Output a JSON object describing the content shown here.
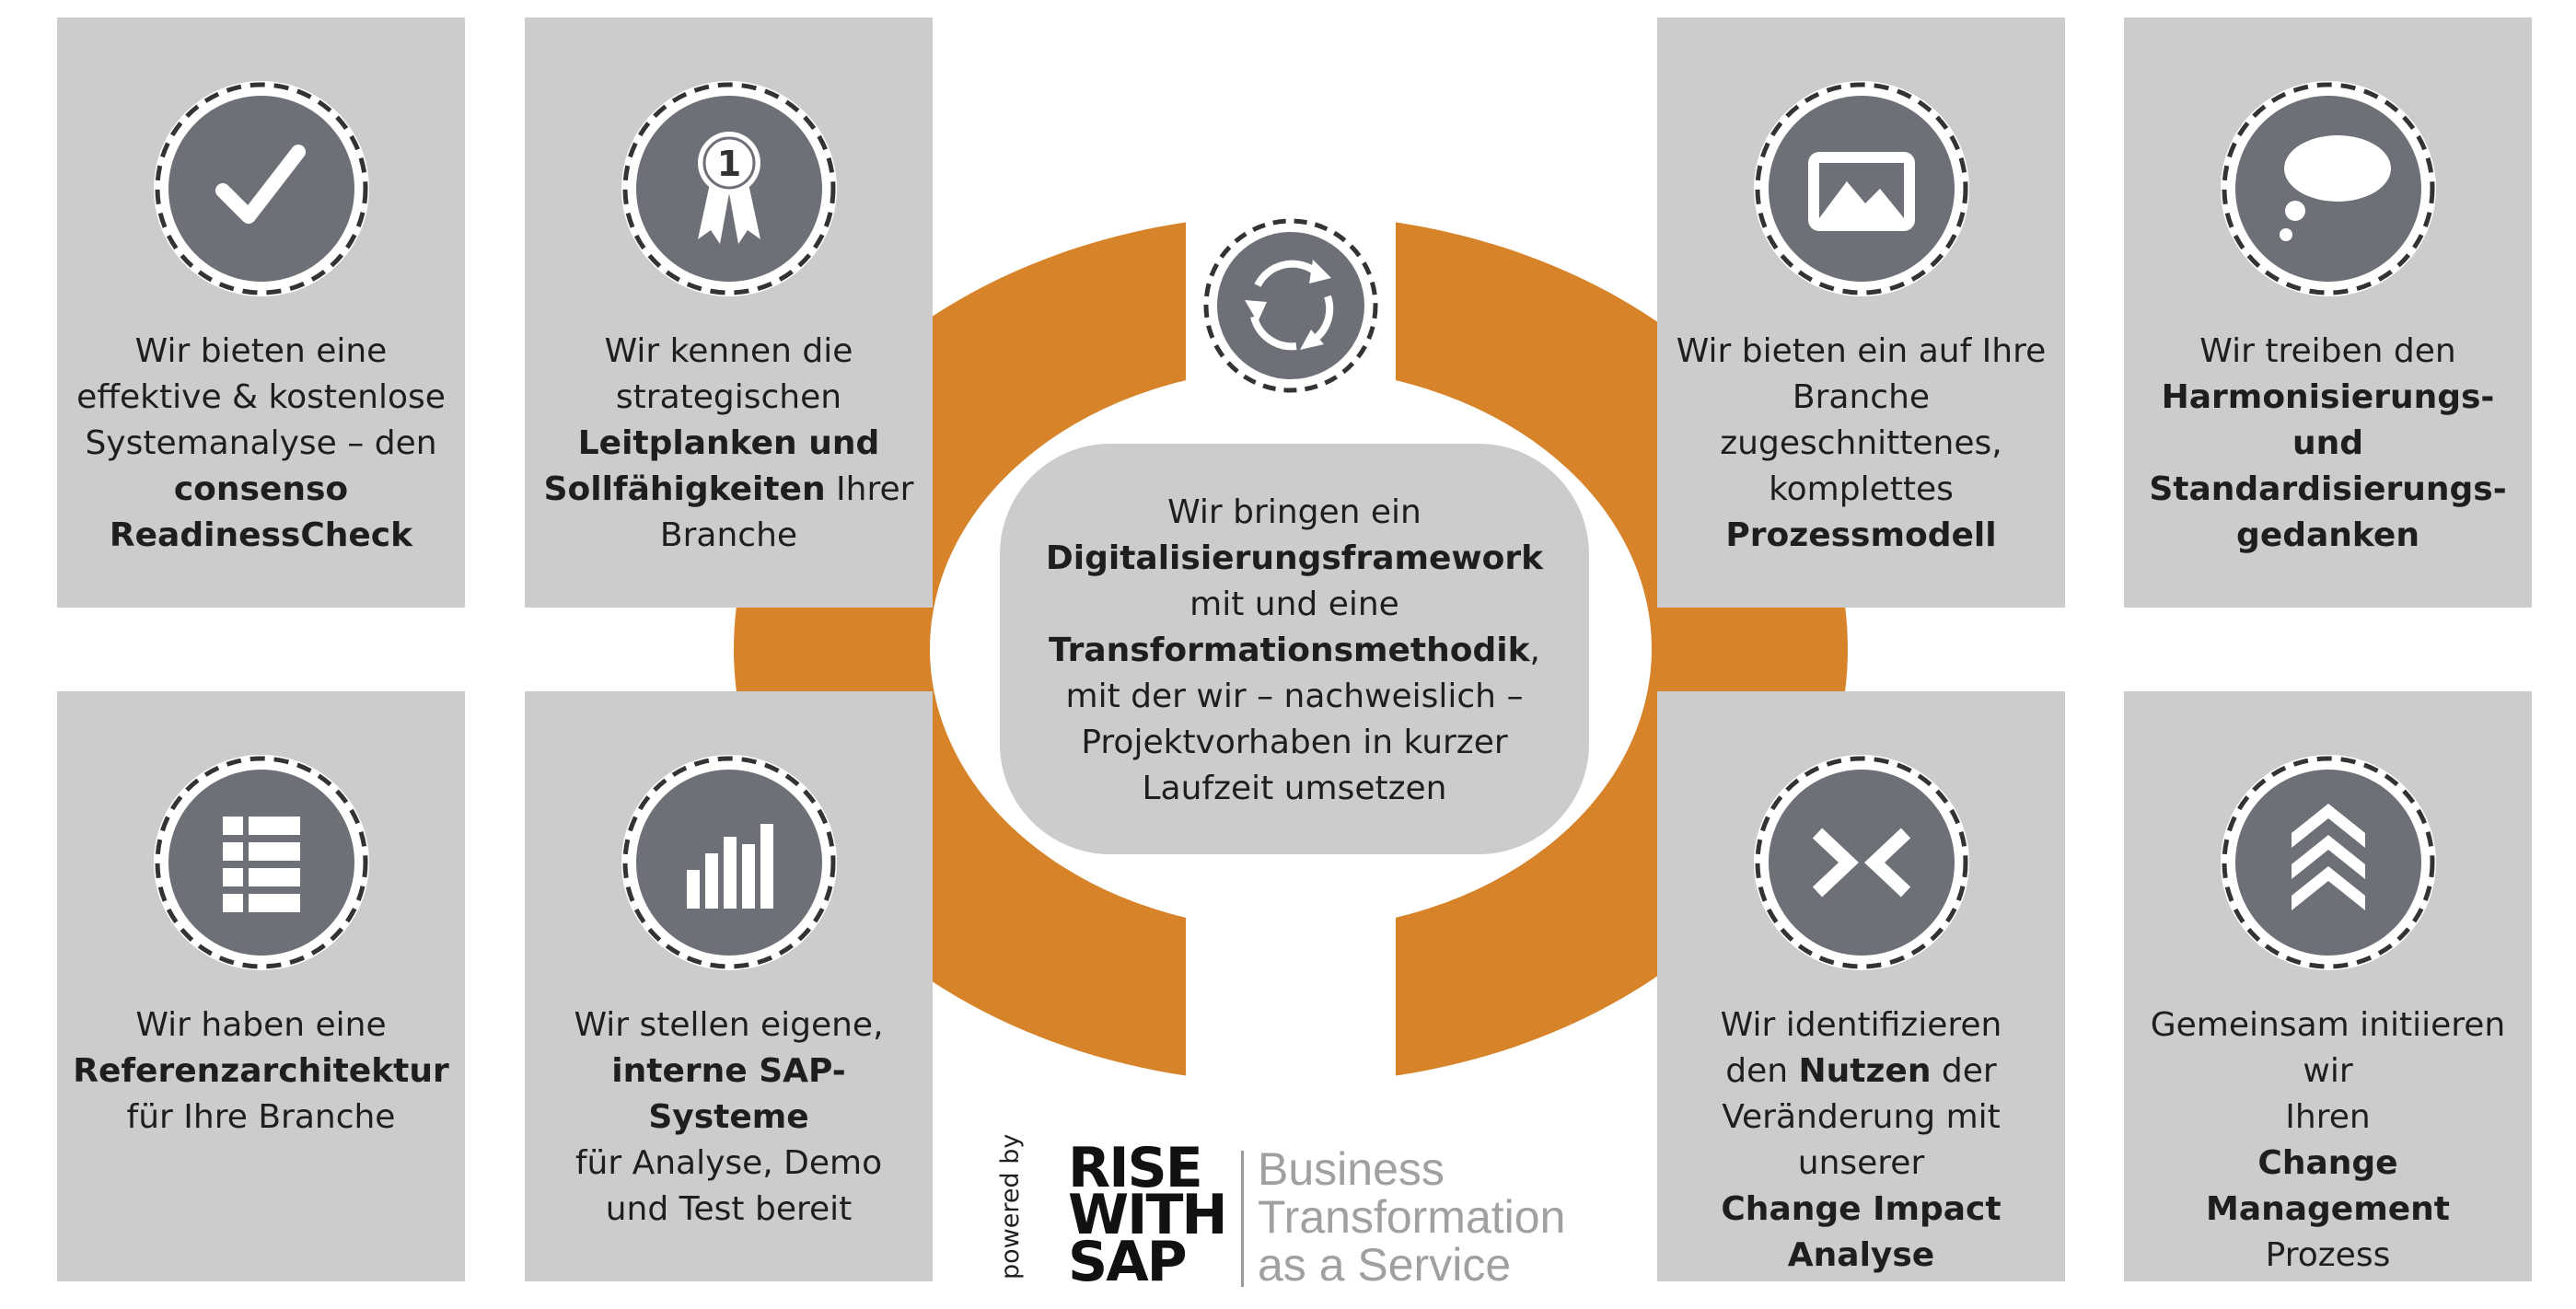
{
  "colors": {
    "panel": "#cccccd",
    "accent": "#d6832a",
    "icon": "#6e7077",
    "text": "#1e1e1e"
  },
  "panels": [
    {
      "icon": "checkmark-icon",
      "lines": [
        [
          {
            "t": "Wir bieten eine",
            "b": false
          }
        ],
        [
          {
            "t": "effektive & kostenlose",
            "b": false
          }
        ],
        [
          {
            "t": "Systemanalyse – den",
            "b": false
          }
        ],
        [
          {
            "t": "consenso",
            "b": true
          }
        ],
        [
          {
            "t": "ReadinessCheck",
            "b": true
          }
        ]
      ]
    },
    {
      "icon": "award-ribbon-icon",
      "lines": [
        [
          {
            "t": "Wir kennen die",
            "b": false
          }
        ],
        [
          {
            "t": "strategischen",
            "b": false
          }
        ],
        [
          {
            "t": "Leitplanken und",
            "b": true
          }
        ],
        [
          {
            "t": "Sollfähigkeiten",
            "b": true
          },
          {
            "t": " Ihrer",
            "b": false
          }
        ],
        [
          {
            "t": "Branche",
            "b": false
          }
        ]
      ]
    },
    {
      "icon": "image-frame-icon",
      "lines": [
        [
          {
            "t": "Wir bieten ein auf Ihre",
            "b": false
          }
        ],
        [
          {
            "t": "Branche",
            "b": false
          }
        ],
        [
          {
            "t": "zugeschnittenes,",
            "b": false
          }
        ],
        [
          {
            "t": "komplettes",
            "b": false
          }
        ],
        [
          {
            "t": "Prozessmodell",
            "b": true
          }
        ]
      ]
    },
    {
      "icon": "thought-bubble-icon",
      "lines": [
        [
          {
            "t": "Wir treiben den",
            "b": false
          }
        ],
        [
          {
            "t": "Harmonisierungs-",
            "b": true
          }
        ],
        [
          {
            "t": "und Standardisierungs-",
            "b": true
          }
        ],
        [
          {
            "t": "gedanken",
            "b": true
          }
        ]
      ]
    },
    {
      "icon": "grid-icon",
      "lines": [
        [
          {
            "t": "Wir haben eine",
            "b": false
          }
        ],
        [
          {
            "t": "Referenzarchitektur",
            "b": true
          }
        ],
        [
          {
            "t": "für Ihre Branche",
            "b": false
          }
        ]
      ]
    },
    {
      "icon": "bar-chart-icon",
      "lines": [
        [
          {
            "t": "Wir stellen eigene,",
            "b": false
          }
        ],
        [
          {
            "t": "interne SAP-Systeme",
            "b": true
          }
        ],
        [
          {
            "t": "für Analyse, Demo",
            "b": false
          }
        ],
        [
          {
            "t": "und Test bereit",
            "b": false
          }
        ]
      ]
    },
    {
      "icon": "converge-arrows-icon",
      "lines": [
        [
          {
            "t": "Wir identifizieren",
            "b": false
          }
        ],
        [
          {
            "t": "den ",
            "b": false
          },
          {
            "t": "Nutzen",
            "b": true
          },
          {
            "t": " der",
            "b": false
          }
        ],
        [
          {
            "t": "Veränderung mit unserer",
            "b": false
          }
        ],
        [
          {
            "t": "Change Impact Analyse",
            "b": true
          }
        ]
      ]
    },
    {
      "icon": "chevrons-up-icon",
      "lines": [
        [
          {
            "t": "Gemeinsam initiieren wir",
            "b": false
          }
        ],
        [
          {
            "t": "Ihren",
            "b": false
          }
        ],
        [
          {
            "t": "Change Management",
            "b": true
          }
        ],
        [
          {
            "t": "Prozess",
            "b": false
          }
        ]
      ]
    }
  ],
  "center": {
    "icon": "cycle-arrows-icon",
    "lines": [
      [
        {
          "t": "Wir bringen ein",
          "b": false
        }
      ],
      [
        {
          "t": "Digitalisierungsframework",
          "b": true
        }
      ],
      [
        {
          "t": "mit und eine",
          "b": false
        }
      ],
      [
        {
          "t": "Transformationsmethodik",
          "b": true
        },
        {
          "t": ",",
          "b": false
        }
      ],
      [
        {
          "t": "mit der wir – nachweislich –",
          "b": false
        }
      ],
      [
        {
          "t": "Projektvorhaben in kurzer",
          "b": false
        }
      ],
      [
        {
          "t": "Laufzeit umsetzen",
          "b": false
        }
      ]
    ]
  },
  "footer": {
    "powered_by": "powered by",
    "rise_lines": [
      "RISE",
      "WITH",
      "SAP"
    ],
    "bts_lines": [
      "Business",
      "Transformation",
      "as a Service"
    ]
  }
}
